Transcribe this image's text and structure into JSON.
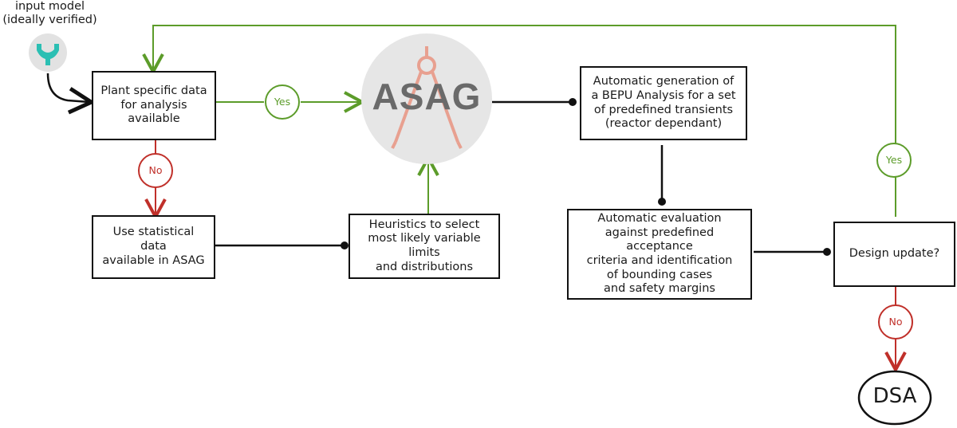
{
  "input": {
    "label": "input model\n(ideally verified)",
    "icon": "tool-icon"
  },
  "boxes": {
    "plant_data": "Plant specific data\nfor analysis available",
    "statistical": "Use statistical data\navailable in ASAG",
    "heuristics": "Heuristics to select\nmost likely variable limits\nand distributions",
    "bepu": "Automatic generation of\na BEPU Analysis for a set\nof predefined transients\n(reactor dependant)",
    "evaluation": "Automatic evaluation\nagainst predefined acceptance\ncriteria and identification\nof bounding cases\nand safety margins",
    "design_update": "Design update?"
  },
  "asag": {
    "label": "ASAG",
    "icon": "compass-icon"
  },
  "decisions": {
    "yes_1": "Yes",
    "no_1": "No",
    "yes_2": "Yes",
    "no_2": "No"
  },
  "terminal": {
    "label": "DSA"
  },
  "colors": {
    "yes": "#5c9c2a",
    "no": "#c0302a",
    "line": "#111111",
    "icon": "#2bbfb3",
    "asag_circle": "#e6e6e6",
    "compass": "#e8a090"
  }
}
